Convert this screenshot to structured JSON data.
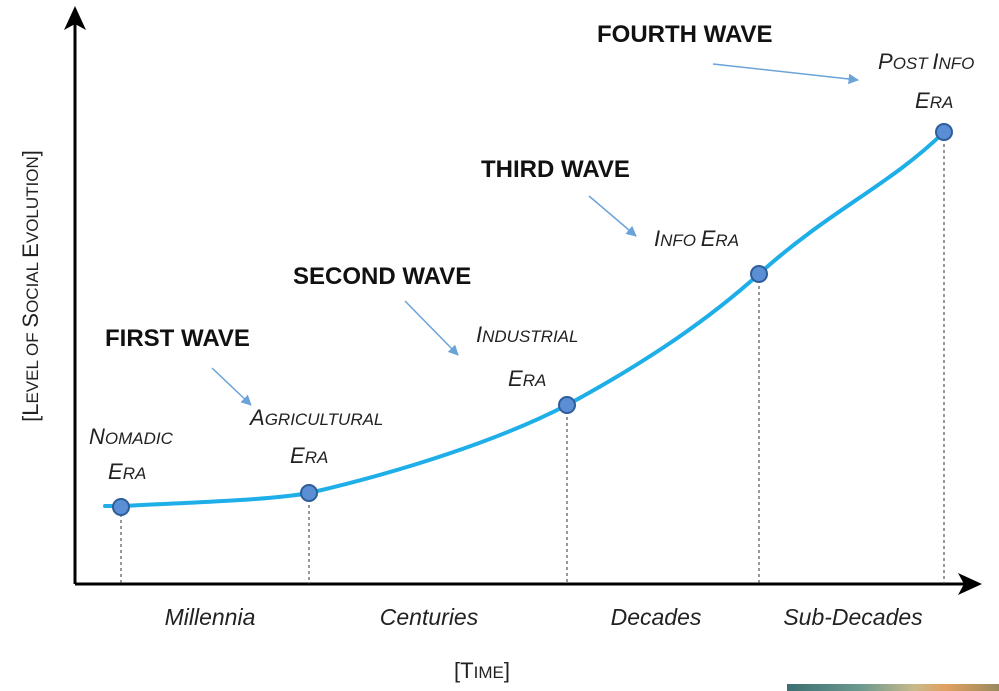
{
  "waves": {
    "first": "FIRST WAVE",
    "second": "SECOND WAVE",
    "third": "THIRD WAVE",
    "fourth": "FOURTH WAVE"
  },
  "eras": {
    "nomadic": {
      "line1_cap": "N",
      "line1_rest": "OMADIC",
      "line2_cap": "E",
      "line2_rest": "RA"
    },
    "agricultural": {
      "line1_cap": "A",
      "line1_rest": "GRICULTURAL",
      "line2_cap": "E",
      "line2_rest": "RA"
    },
    "industrial": {
      "line1_cap": "I",
      "line1_rest": "NDUSTRIAL",
      "line2_cap": "E",
      "line2_rest": "RA"
    },
    "info": {
      "line1_cap": "I",
      "line1_rest": "NFO ",
      "line1_cap2": "E",
      "line1_rest2": "RA"
    },
    "post_info": {
      "line1_cap": "P",
      "line1_rest": "OST ",
      "line1_cap2": "I",
      "line1_rest2": "NFO",
      "line2_cap": "E",
      "line2_rest": "RA"
    }
  },
  "periods": [
    "Millennia",
    "Centuries",
    "Decades",
    "Sub-Decades"
  ],
  "y_axis": {
    "open": "[",
    "w1_cap": "L",
    "w1_rest": "EVEL ",
    "w2_rest": "OF ",
    "w3_cap": "S",
    "w3_rest": "OCIAL ",
    "w4_cap": "E",
    "w4_rest": "VOLUTION",
    "close": "]"
  },
  "x_axis": {
    "open": "[",
    "cap": "T",
    "rest": "IME",
    "close": "]"
  },
  "colors": {
    "curve": "#1eaee8",
    "point_fill": "#5a8fd6",
    "point_stroke": "#2f5d9a",
    "arrow": "#6aa3d8",
    "axis": "#000000"
  },
  "icons": {
    "axis_arrow": "arrowhead-icon",
    "pointer": "pointer-arrow-icon"
  }
}
